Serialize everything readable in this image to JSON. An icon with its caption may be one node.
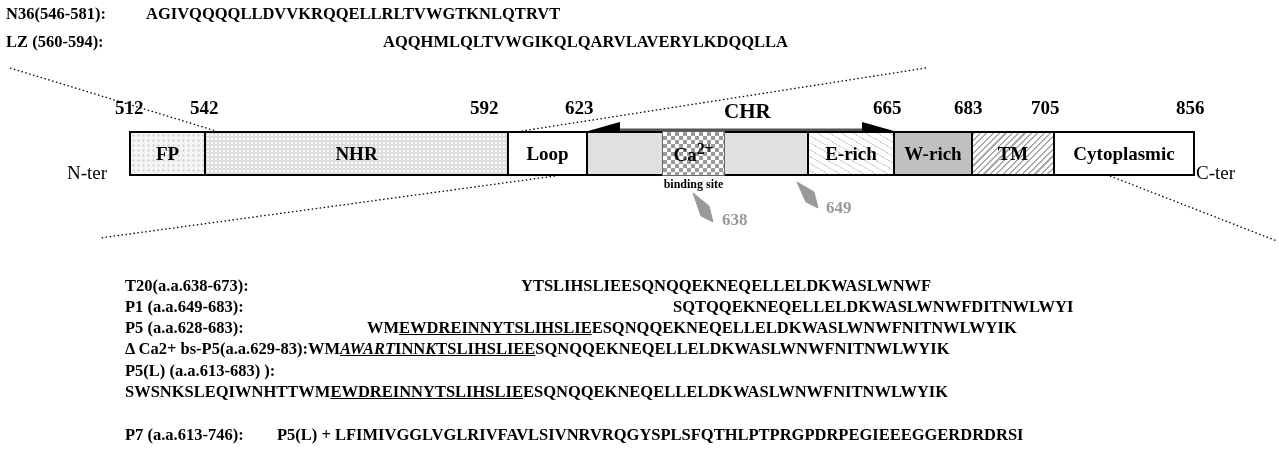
{
  "diagram": {
    "nodes": [
      {
        "text": [
          "FP"
        ]
      },
      {
        "text": [
          "NHR"
        ]
      },
      {
        "text": [
          "Loop"
        ]
      },
      {
        "text": [],
        "shape": "box"
      },
      {
        "text": [
          "Ca$^{2+}$"
        ],
        "beside": [
          "binding site"
        ],
        "in": 3
      },
      {
        "text": [
          "E-rich"
        ]
      },
      {
        "text": [
          "W-rich"
        ]
      },
      {
        "text": [
          "TM"
        ]
      },
      {
        "text": [
          "Cytoplasmic"
        ]
      }
    ],
    "labels": [
      "N36(546-581):",
      "AGIVQQQQLLDVVKRQQELLRLTVWGTKNLQTRVT",
      "LZ (560-594):",
      "AQQHMLQLTVWGIKQLQARVLAVERYLKDQQLLA",
      "512",
      "542",
      "592",
      "623",
      "CHR",
      "665",
      "683",
      "705",
      "856",
      "N-ter",
      "C-ter",
      "638",
      "649",
      "T20(a.a.638-673):",
      "YTSLIHSLIEESQNQQEKNEQELLELDKWASLWNWF",
      "P1 (a.a.649-683):",
      "SQTQQEKNEQELLELDKWASLWNWFDITNWLWYI",
      "P5 (a.a.628-683):",
      "WM",
      "EWDREINNYTSLIHSLIE",
      "ESQNQQEKNEQELLELDKWASLWNWFNITNWLWYIK",
      "Δ Ca2+ bs-P5(a.a.629-83):",
      "WM",
      "AWART",
      "INN",
      "K",
      "TSLIHSLIEE",
      "SQNQQEKNEQELLELDKWASLWNWFNITNWLWYIK",
      "P5(L) (a.a.613-683) ):",
      "SWSNKSLEQIWNHTTWM",
      "EWDREINNYTSLIHSLIE",
      "ESQNQQEKNEQELLELDKWASLWNWFNITNWLWYIK",
      "P7 (a.a.613-746):",
      "P5(L) + LFIMIVGGLVGLRIVFAVLSIVNRVRQGYSPLSFQTHLPTPRGPDRPEGIEEEGGERDRDRSI"
    ]
  }
}
